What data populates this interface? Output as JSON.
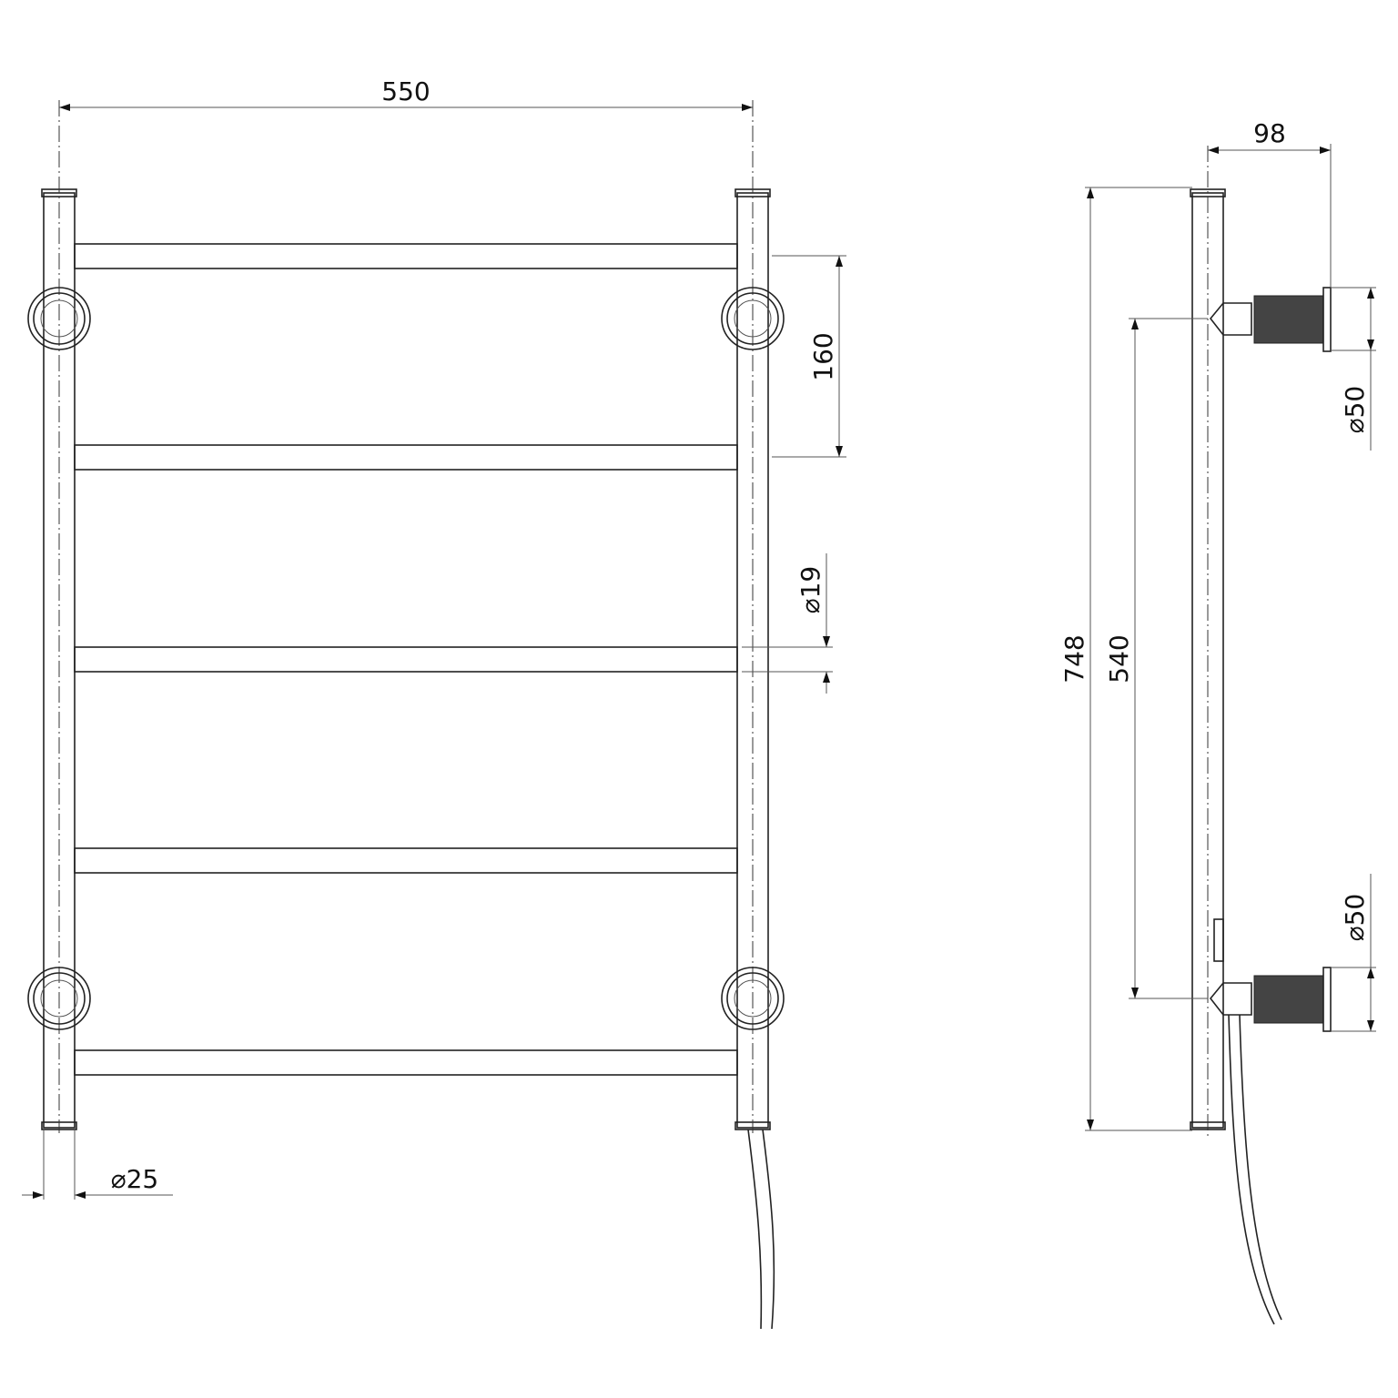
{
  "drawing": {
    "title": "Heated towel rail technical drawing",
    "views": [
      "front-view",
      "side-view"
    ],
    "dimensions": {
      "overall_width": "550",
      "rail_spacing": "160",
      "rail_diameter": "⌀19",
      "upright_diameter": "⌀25",
      "wall_projection": "98",
      "overall_height": "748",
      "bracket_centres": "540",
      "top_bracket_diameter": "⌀50",
      "bottom_bracket_diameter": "⌀50"
    },
    "rails_count": 5,
    "colors": {
      "line": "#222222",
      "background": "#ffffff"
    }
  }
}
